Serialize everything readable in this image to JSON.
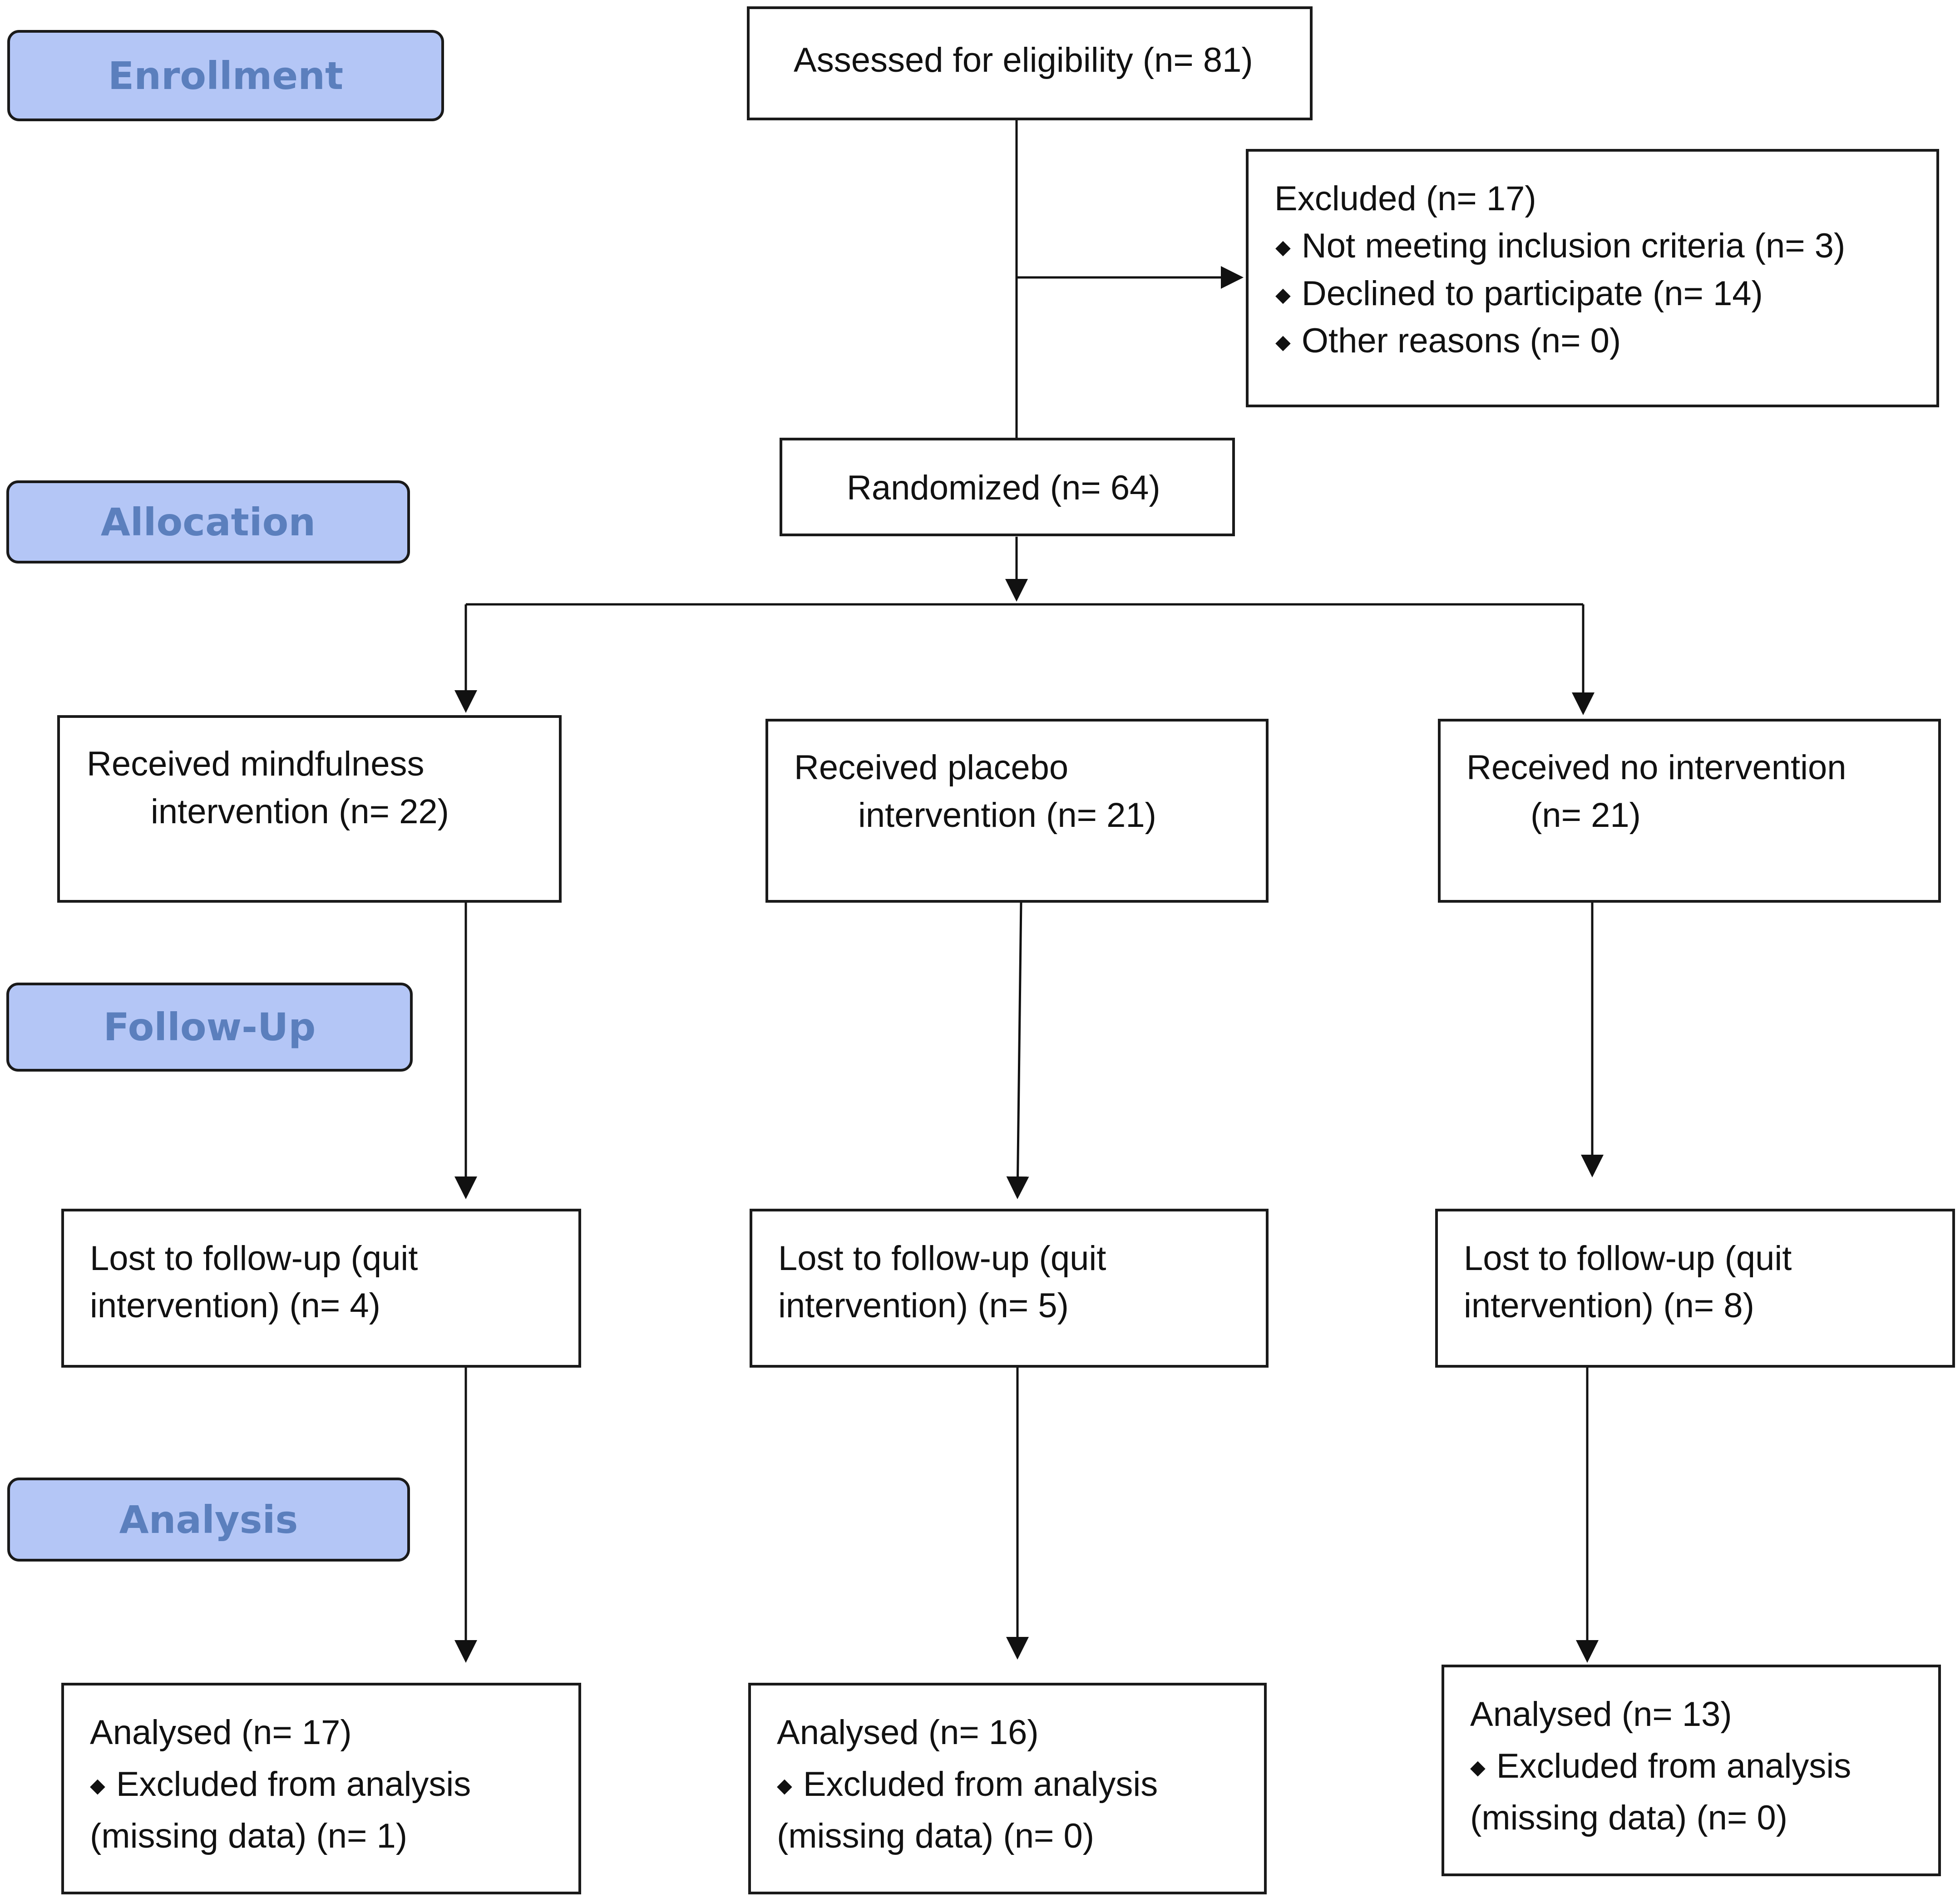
{
  "stages": {
    "enrollment": "Enrollment",
    "allocation": "Allocation",
    "follow_up": "Follow-Up",
    "analysis": "Analysis"
  },
  "assessed": "Assessed for eligibility (n= 81)",
  "excluded": {
    "title": "Excluded (n= 17)",
    "items": [
      "Not meeting inclusion criteria (n= 3)",
      "Declined to participate (n= 14)",
      "Other reasons (n= 0)"
    ]
  },
  "randomized": "Randomized (n= 64)",
  "arms": [
    {
      "received": [
        "Received mindfulness",
        "intervention (n= 22)"
      ],
      "lost": [
        "Lost to follow-up (quit",
        "intervention) (n= 4)"
      ],
      "analysed": "Analysed (n= 17)",
      "excluded_analysis": [
        "Excluded from analysis",
        "(missing data) (n= 1)"
      ]
    },
    {
      "received": [
        "Received placebo",
        "intervention (n= 21)"
      ],
      "lost": [
        "Lost to follow-up (quit",
        "intervention) (n= 5)"
      ],
      "analysed": "Analysed (n= 16)",
      "excluded_analysis": [
        "Excluded from analysis",
        "(missing data) (n= 0)"
      ]
    },
    {
      "received": [
        "Received no intervention",
        "(n= 21)"
      ],
      "lost": [
        "Lost to follow-up (quit",
        "intervention) (n= 8)"
      ],
      "analysed": "Analysed (n= 13)",
      "excluded_analysis": [
        "Excluded from analysis",
        "(missing data) (n= 0)"
      ]
    }
  ],
  "bullet_symbol": "◆"
}
